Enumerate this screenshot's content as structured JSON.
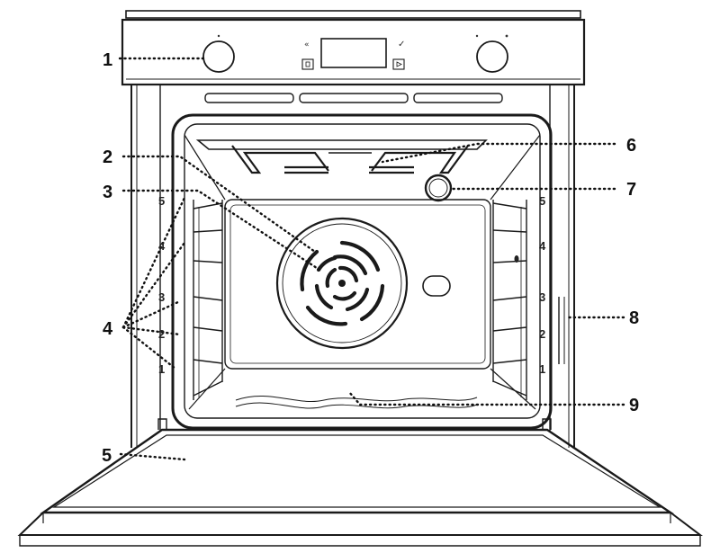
{
  "callouts": {
    "c1": "1",
    "c2": "2",
    "c3": "3",
    "c4": "4",
    "c5": "5",
    "c6": "6",
    "c7": "7",
    "c8": "8",
    "c9": "9"
  },
  "shelf_levels": [
    "5",
    "4",
    "3",
    "2",
    "1"
  ]
}
